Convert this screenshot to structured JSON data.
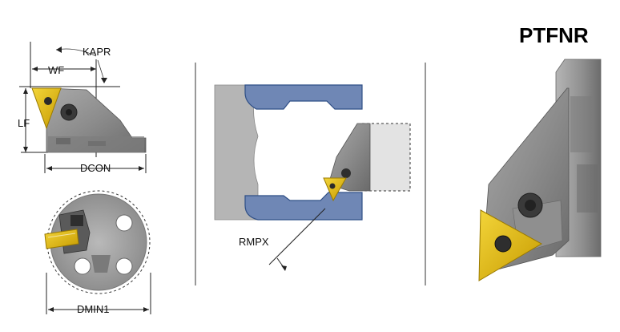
{
  "title": "PTFNR",
  "labels": {
    "kapr": "KAPR",
    "wf": "WF",
    "lf": "LF",
    "dcon": "DCON",
    "dmin1": "DMIN1",
    "rmpx": "RMPX"
  },
  "colors": {
    "insert": "#e8c21a",
    "insert_edge": "#b08b00",
    "workpiece": "#6f87b5",
    "workpiece_edge": "#2f4f86",
    "holder": "#8a8a8a",
    "holder_dark": "#5e5e5e",
    "bar": "#9a9a9a"
  }
}
